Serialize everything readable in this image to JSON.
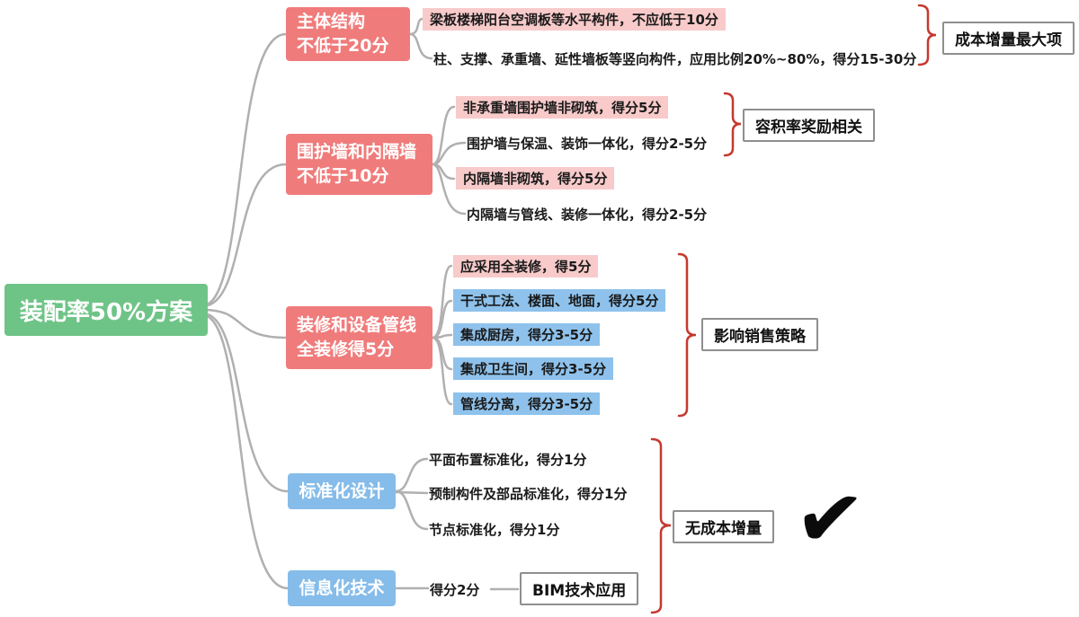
{
  "root": {
    "label": "装配率50%方案"
  },
  "branches": [
    {
      "line1": "主体结构",
      "line2": "不低于20分",
      "children": [
        {
          "text": "梁板楼梯阳台空调板等水平构件，不应低于10分",
          "style": "pink"
        },
        {
          "text": "柱、支撑、承重墙、延性墙板等竖向构件，应用比例20%~80%，得分15-30分",
          "style": "plain"
        }
      ],
      "annotation": "成本增量最大项"
    },
    {
      "line1": "围护墙和内隔墙",
      "line2": "不低于10分",
      "children": [
        {
          "text": "非承重墙围护墙非砌筑，得分5分",
          "style": "pink"
        },
        {
          "text": "围护墙与保温、装饰一体化，得分2-5分",
          "style": "plain"
        },
        {
          "text": "内隔墙非砌筑，得分5分",
          "style": "pink"
        },
        {
          "text": "内隔墙与管线、装修一体化，得分2-5分",
          "style": "plain"
        }
      ],
      "annotation": "容积率奖励相关"
    },
    {
      "line1": "装修和设备管线",
      "line2": "全装修得5分",
      "children": [
        {
          "text": "应采用全装修，得5分",
          "style": "pink"
        },
        {
          "text": "干式工法、楼面、地面，得分5分",
          "style": "blue"
        },
        {
          "text": "集成厨房，得分3-5分",
          "style": "blue"
        },
        {
          "text": "集成卫生间，得分3-5分",
          "style": "blue"
        },
        {
          "text": "管线分离，得分3-5分",
          "style": "blue"
        }
      ],
      "annotation": "影响销售策略"
    },
    {
      "line1": "标准化设计",
      "children": [
        {
          "text": "平面布置标准化，得分1分",
          "style": "plain"
        },
        {
          "text": "预制构件及部品标准化，得分1分",
          "style": "plain"
        },
        {
          "text": "节点标准化，得分1分",
          "style": "plain"
        }
      ]
    },
    {
      "line1": "信息化技术",
      "children": [
        {
          "text": "得分2分",
          "style": "plain"
        }
      ],
      "annotation": "BIM技术应用"
    }
  ],
  "shared_annotation": "无成本增量",
  "icons": {
    "checkmark": "✔"
  },
  "colors": {
    "root_green": "#6ec487",
    "branch_red": "#f07b7b",
    "branch_blue": "#85bce9",
    "highlight_pink": "#f8caca",
    "highlight_blue": "#8ec2ec",
    "brace_red": "#c5392f",
    "line_gray": "#b0b0b0"
  }
}
